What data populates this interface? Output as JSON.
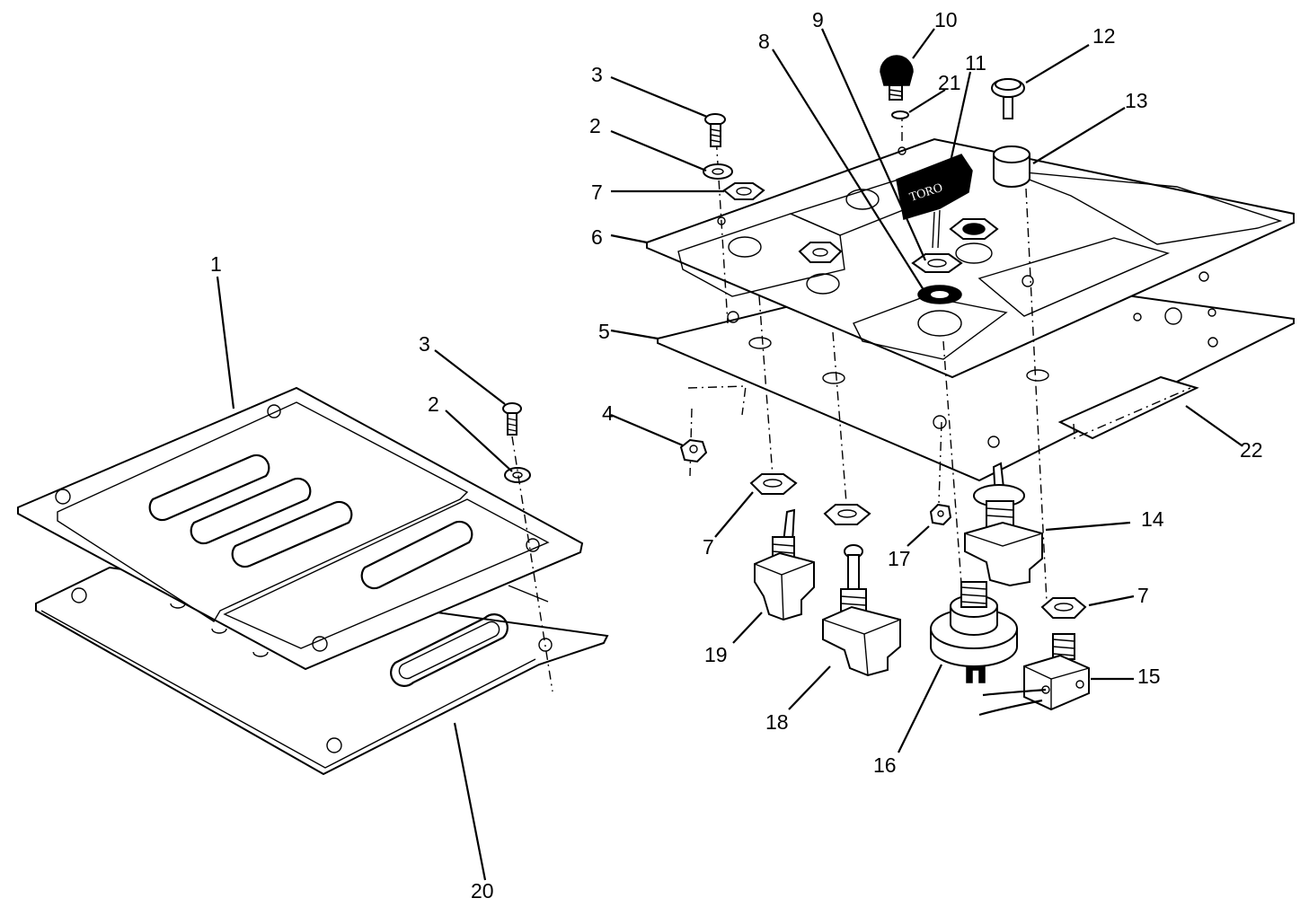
{
  "callouts": [
    {
      "id": "c1",
      "label": "1"
    },
    {
      "id": "c3a",
      "label": "3"
    },
    {
      "id": "c2a",
      "label": "2"
    },
    {
      "id": "c20",
      "label": "20"
    },
    {
      "id": "c3b",
      "label": "3"
    },
    {
      "id": "c2b",
      "label": "2"
    },
    {
      "id": "c7a",
      "label": "7"
    },
    {
      "id": "c6",
      "label": "6"
    },
    {
      "id": "c5",
      "label": "5"
    },
    {
      "id": "c4",
      "label": "4"
    },
    {
      "id": "c8",
      "label": "8"
    },
    {
      "id": "c9",
      "label": "9"
    },
    {
      "id": "c10",
      "label": "10"
    },
    {
      "id": "c11",
      "label": "11"
    },
    {
      "id": "c21",
      "label": "21"
    },
    {
      "id": "c12",
      "label": "12"
    },
    {
      "id": "c13",
      "label": "13"
    },
    {
      "id": "c22",
      "label": "22"
    },
    {
      "id": "c7b",
      "label": "7"
    },
    {
      "id": "c19",
      "label": "19"
    },
    {
      "id": "c18",
      "label": "18"
    },
    {
      "id": "c17",
      "label": "17"
    },
    {
      "id": "c14",
      "label": "14"
    },
    {
      "id": "c7c",
      "label": "7"
    },
    {
      "id": "c15",
      "label": "15"
    },
    {
      "id": "c16",
      "label": "16"
    }
  ],
  "key_tag_text": "TORO",
  "colors": {
    "ink": "#000000",
    "paper": "#ffffff"
  }
}
